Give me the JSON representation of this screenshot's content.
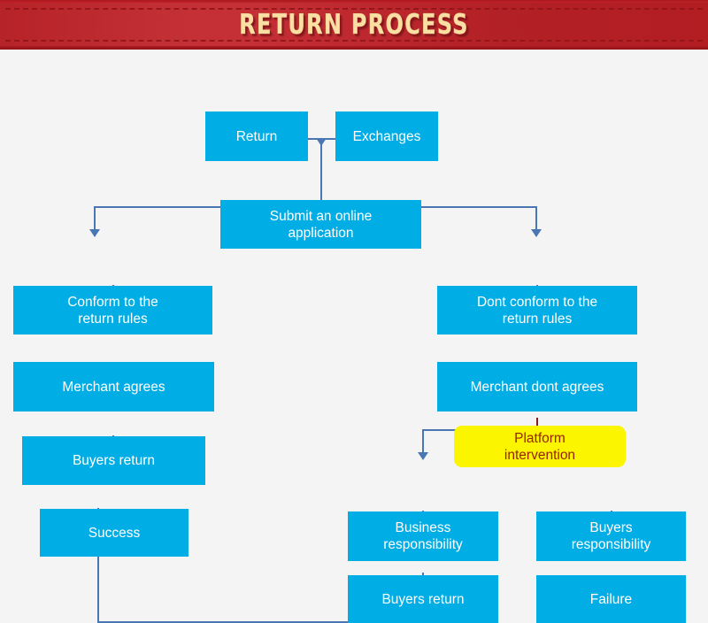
{
  "header": {
    "title": "RETURN PROCESS",
    "bg_color": "#c22026",
    "text_color": "#f9dfa3"
  },
  "theme": {
    "page_bg": "#f4f4f4",
    "node_blue": "#00ade5",
    "node_text": "#ffffff",
    "highlight_yellow": "#fbf600",
    "highlight_text": "#9a2200",
    "connector_blue": "#4a77b4",
    "connector_red": "#8b1a1f"
  },
  "flowchart": {
    "type": "flowchart",
    "title": "RETURN PROCESS",
    "nodes": [
      {
        "id": "return",
        "label": "Return",
        "style": "blue"
      },
      {
        "id": "exchanges",
        "label": "Exchanges",
        "style": "blue"
      },
      {
        "id": "submit",
        "label": "Submit an online\napplication",
        "style": "blue"
      },
      {
        "id": "conform",
        "label": "Conform to the\nreturn rules",
        "style": "blue"
      },
      {
        "id": "dont-conform",
        "label": "Dont conform to the\nreturn rules",
        "style": "blue"
      },
      {
        "id": "merchant-agrees",
        "label": "Merchant agrees",
        "style": "blue"
      },
      {
        "id": "merchant-dont-agrees",
        "label": "Merchant dont agrees",
        "style": "blue"
      },
      {
        "id": "buyers-return-left",
        "label": "Buyers return",
        "style": "blue"
      },
      {
        "id": "platform",
        "label": "Platform\nintervention",
        "style": "yellow"
      },
      {
        "id": "success",
        "label": "Success",
        "style": "blue"
      },
      {
        "id": "business-resp",
        "label": "Business\nresponsibility",
        "style": "blue"
      },
      {
        "id": "buyers-resp",
        "label": "Buyers\nresponsibility",
        "style": "blue"
      },
      {
        "id": "buyers-return-mid",
        "label": "Buyers return",
        "style": "blue"
      },
      {
        "id": "failure",
        "label": "Failure",
        "style": "blue"
      }
    ],
    "edges": [
      {
        "from": "return",
        "to": "submit",
        "arrow": true
      },
      {
        "from": "exchanges",
        "to": "submit",
        "arrow": true
      },
      {
        "from": "submit",
        "to": "conform",
        "arrow": true
      },
      {
        "from": "submit",
        "to": "dont-conform",
        "arrow": true
      },
      {
        "from": "conform",
        "to": "merchant-agrees",
        "arrow": true
      },
      {
        "from": "merchant-agrees",
        "to": "buyers-return-left",
        "arrow": true
      },
      {
        "from": "buyers-return-left",
        "to": "success",
        "arrow": true
      },
      {
        "from": "dont-conform",
        "to": "merchant-dont-agrees",
        "arrow": true
      },
      {
        "from": "merchant-dont-agrees",
        "to": "platform",
        "arrow": false,
        "color": "red"
      },
      {
        "from": "platform",
        "to": "business-resp",
        "arrow": true
      },
      {
        "from": "platform",
        "to": "buyers-resp",
        "arrow": true
      },
      {
        "from": "business-resp",
        "to": "buyers-return-mid",
        "arrow": false
      },
      {
        "from": "buyers-resp",
        "to": "failure",
        "arrow": false
      },
      {
        "from": "buyers-return-mid",
        "to": "success",
        "arrow": true
      }
    ]
  }
}
